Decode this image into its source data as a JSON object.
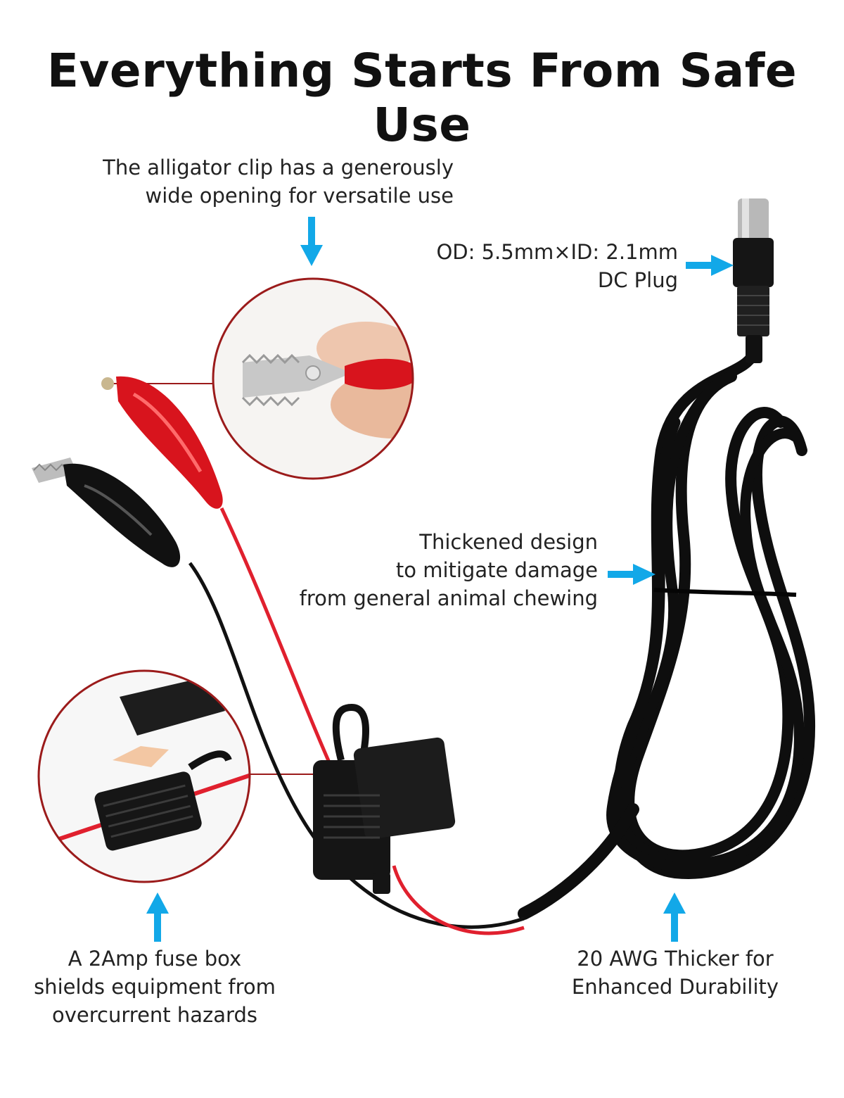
{
  "title": "Everything Starts From Safe Use",
  "colors": {
    "arrow": "#12a8e8",
    "callout_ring": "#9b1b1b",
    "wire_red": "#e0202e",
    "wire_black": "#111111",
    "clip_red": "#d8141d"
  },
  "callouts": {
    "clip": {
      "lines": [
        "The alligator clip has a generously",
        "wide opening for versatile use"
      ]
    },
    "plug": {
      "lines": [
        "OD: 5.5mm×ID: 2.1mm",
        "DC Plug"
      ]
    },
    "thick": {
      "lines": [
        "Thickened design",
        "to mitigate damage",
        "from general animal chewing"
      ]
    },
    "fuse": {
      "lines": [
        "A 2Amp fuse box",
        "shields equipment from",
        "overcurrent hazards"
      ]
    },
    "awg": {
      "lines": [
        "20 AWG Thicker for",
        "Enhanced Durability"
      ]
    }
  },
  "icons": [
    "arrow-down-icon",
    "arrow-right-icon",
    "arrow-up-icon"
  ]
}
